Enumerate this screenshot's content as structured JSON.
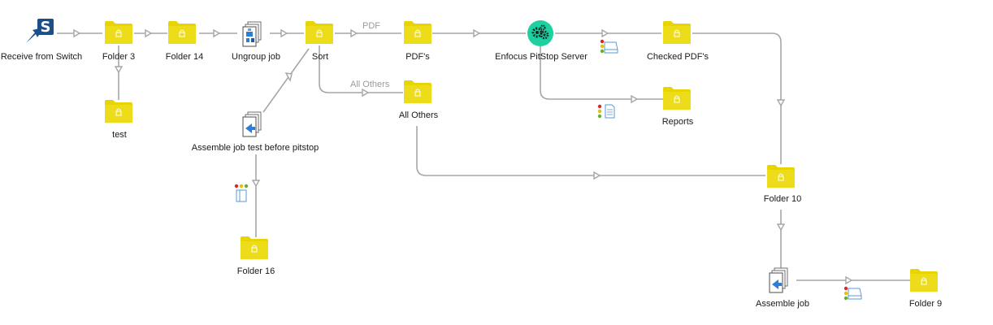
{
  "nodes": {
    "receive": "Receive from Switch",
    "folder3": "Folder 3",
    "test": "test",
    "folder14": "Folder 14",
    "ungroup": "Ungroup job",
    "sort": "Sort",
    "assemble_test": "Assemble job test before pitstop",
    "folder16": "Folder 16",
    "pdfs": "PDF's",
    "all_others": "All Others",
    "pitstop": "Enfocus PitStop Server",
    "checked_pdfs": "Checked PDF's",
    "reports": "Reports",
    "folder10": "Folder 10",
    "assemble_job": "Assemble job",
    "folder9": "Folder 9"
  },
  "connection_labels": {
    "pdf": "PDF",
    "all_others": "All Others"
  },
  "colors": {
    "folder": "#e8d400",
    "folder_tab": "#e8d400",
    "connector": "#a6a6a6",
    "pitstop_bg": "#1ecfa0",
    "switch_blue": "#1a4f8a",
    "status_red": "#d8282a",
    "status_yellow": "#e3c400",
    "status_green": "#62b12a",
    "doc_blue": "#2c7fd6"
  },
  "icons": {
    "folder": "folder-icon",
    "switch": "switch-logo-icon",
    "ungroup": "ungroup-job-icon",
    "assemble": "assemble-job-icon",
    "pitstop": "pitstop-gear-icon",
    "hold": "hold-icon"
  }
}
